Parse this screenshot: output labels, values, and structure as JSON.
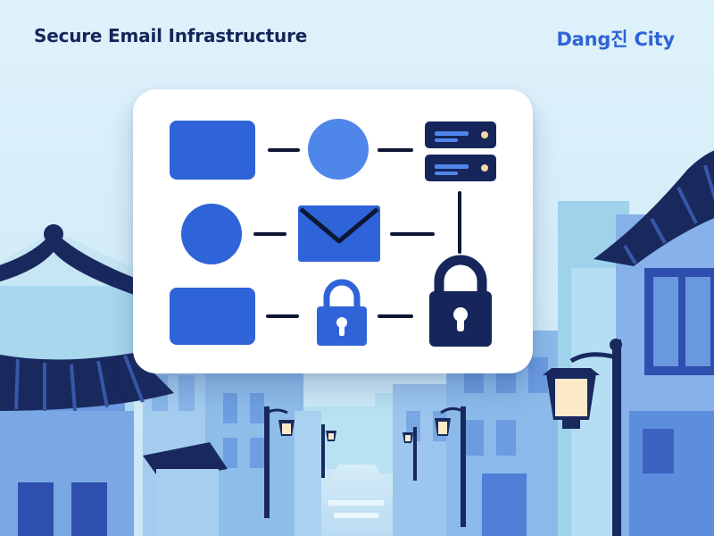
{
  "header": {
    "title": "Secure Email Infrastructure",
    "brand": "Dang진 City"
  },
  "diagram": {
    "icons": [
      "block",
      "circle",
      "server-icon",
      "server-icon",
      "circle",
      "envelope-icon",
      "block",
      "padlock-icon",
      "padlock-icon"
    ]
  },
  "colors": {
    "navy": "#16265a",
    "blue": "#2f63d8",
    "light_blue": "#4f86ea",
    "sky": "#d9effb",
    "card": "#ffffff"
  }
}
